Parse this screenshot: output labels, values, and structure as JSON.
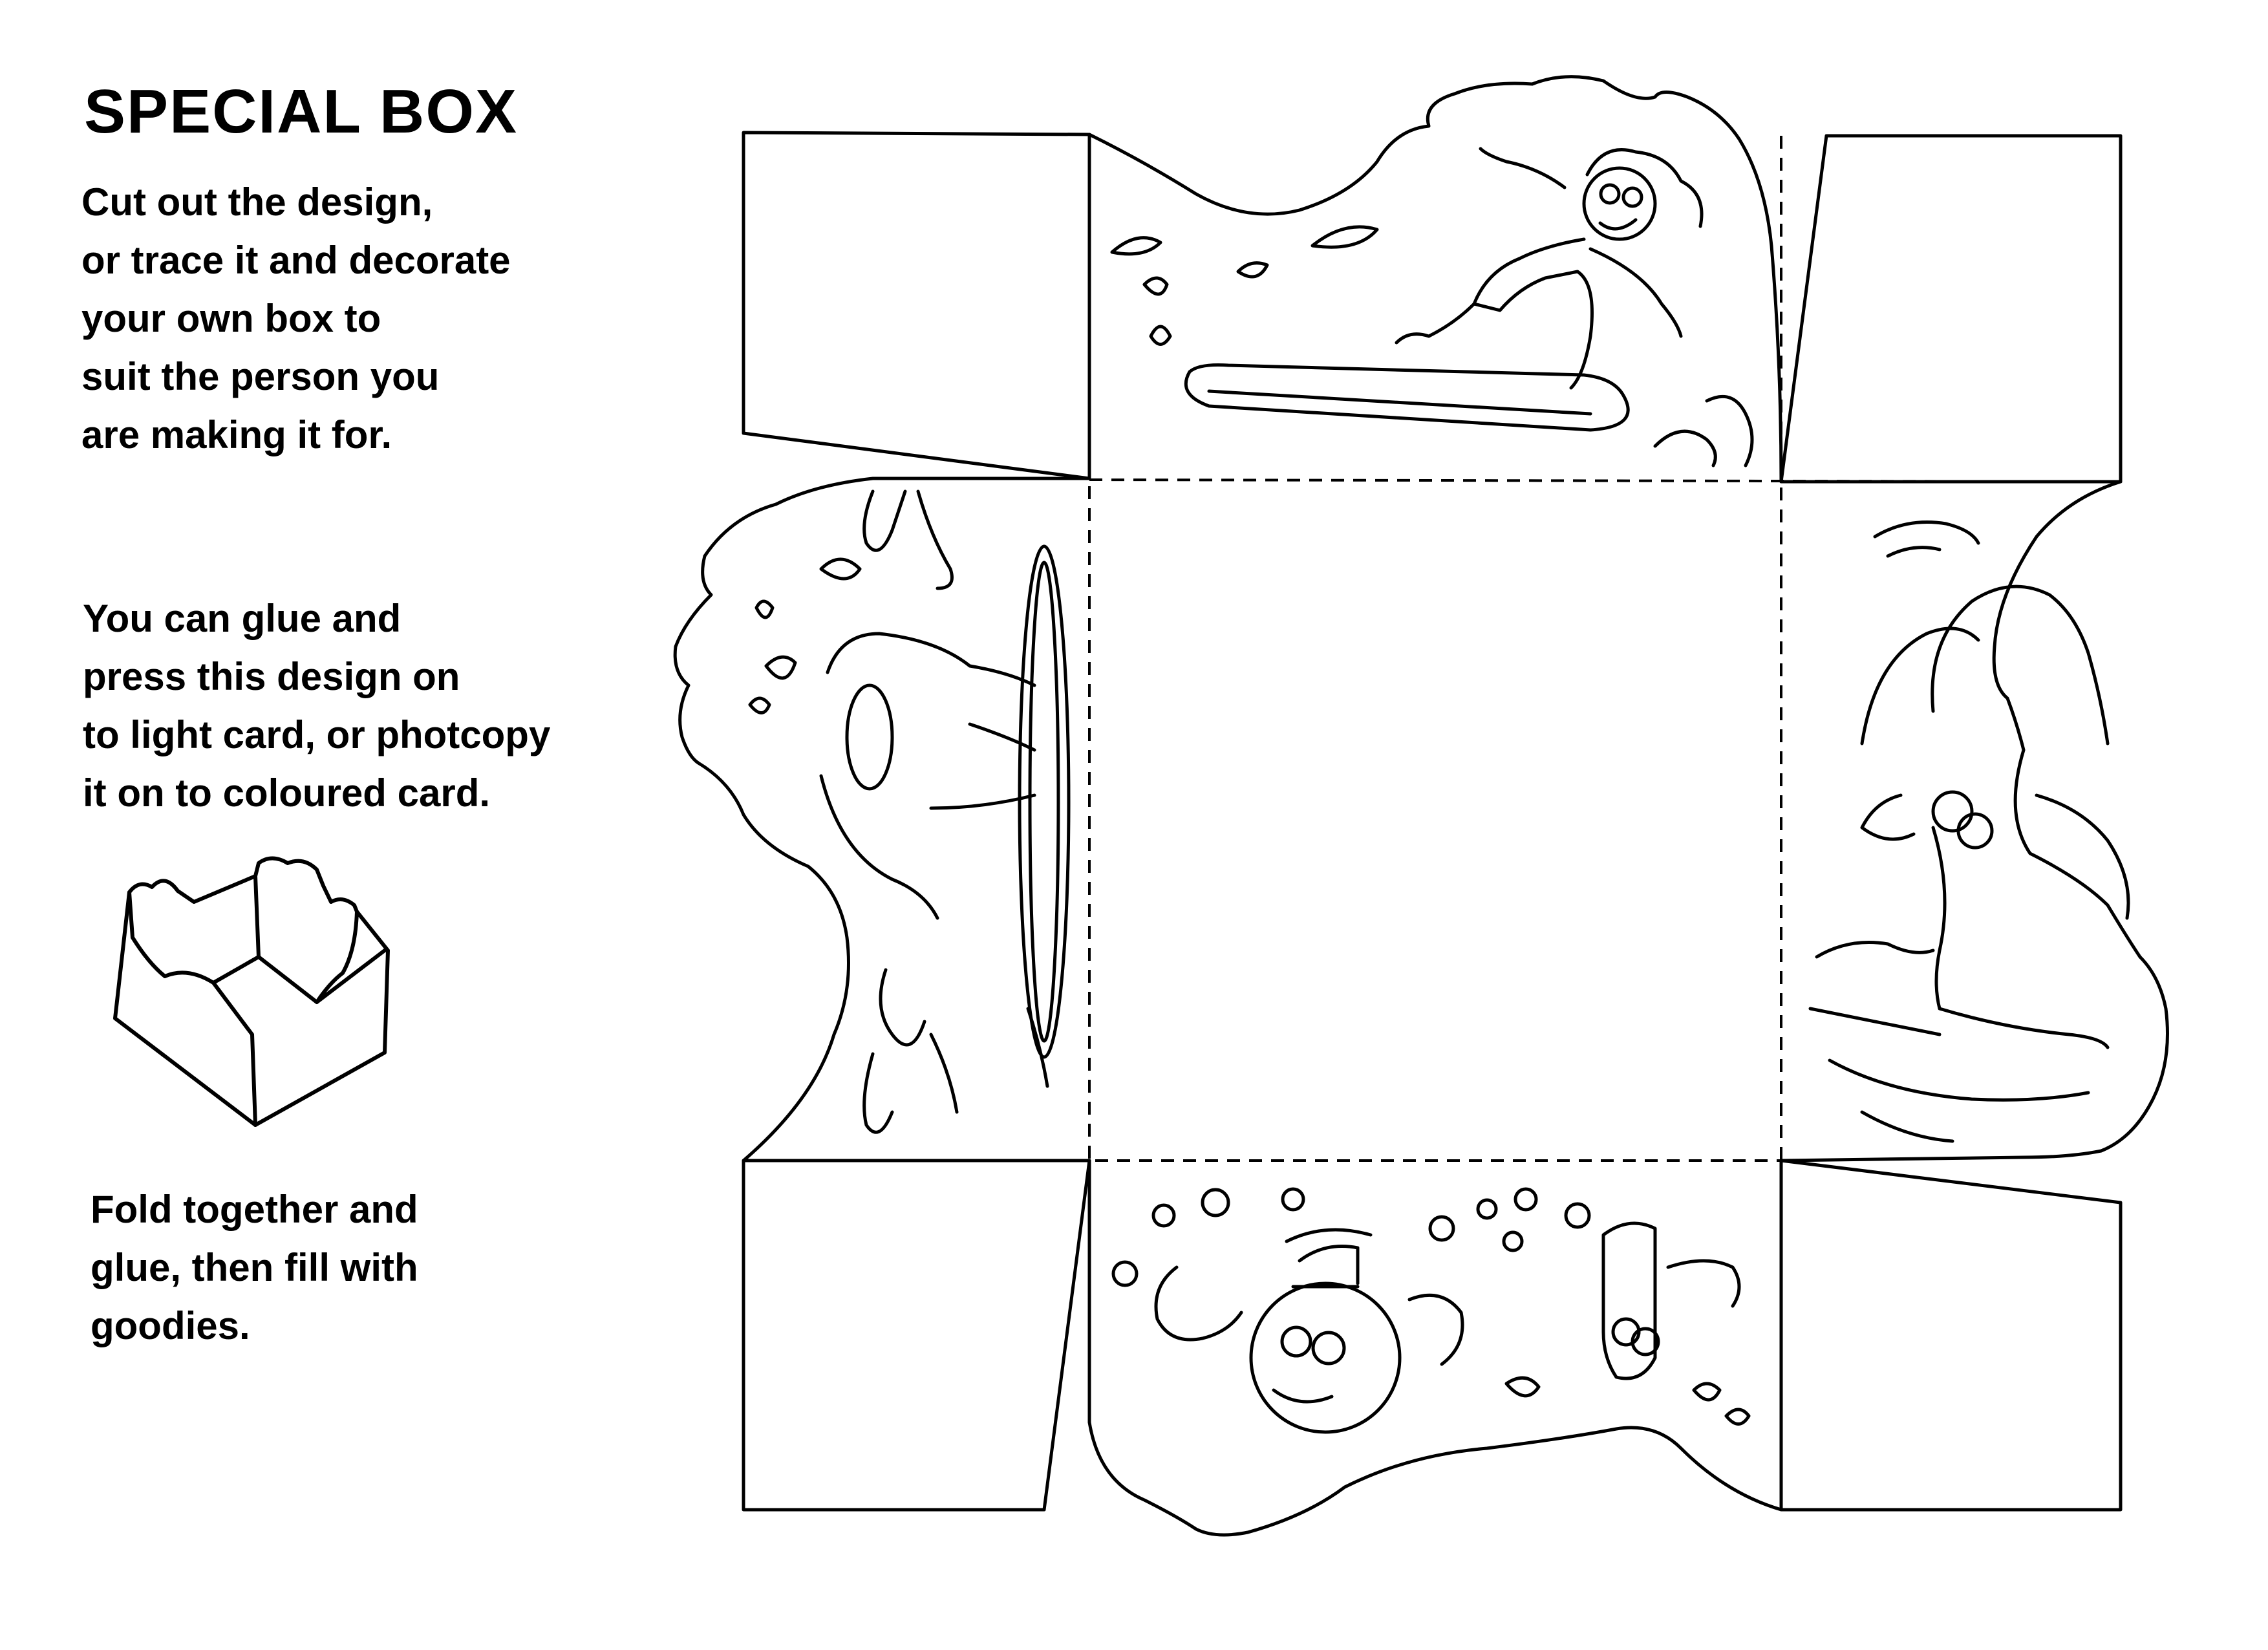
{
  "title": "SPECIAL BOX",
  "instructions": [
    {
      "lines": [
        "Cut out the design,",
        "or trace it and decorate",
        "your own box to",
        "suit the person you",
        "are making it for."
      ]
    },
    {
      "lines": [
        "You can glue and",
        "press this design on",
        "to light card, or photcopy",
        "it on to coloured card."
      ]
    },
    {
      "lines": [
        "Fold together and",
        "glue, then fill with",
        "goodies."
      ]
    }
  ],
  "icons": {
    "box_template": "box-net-template-icon",
    "folded_box": "folded-box-icon"
  },
  "colors": {
    "ink": "#000000",
    "paper": "#ffffff"
  }
}
